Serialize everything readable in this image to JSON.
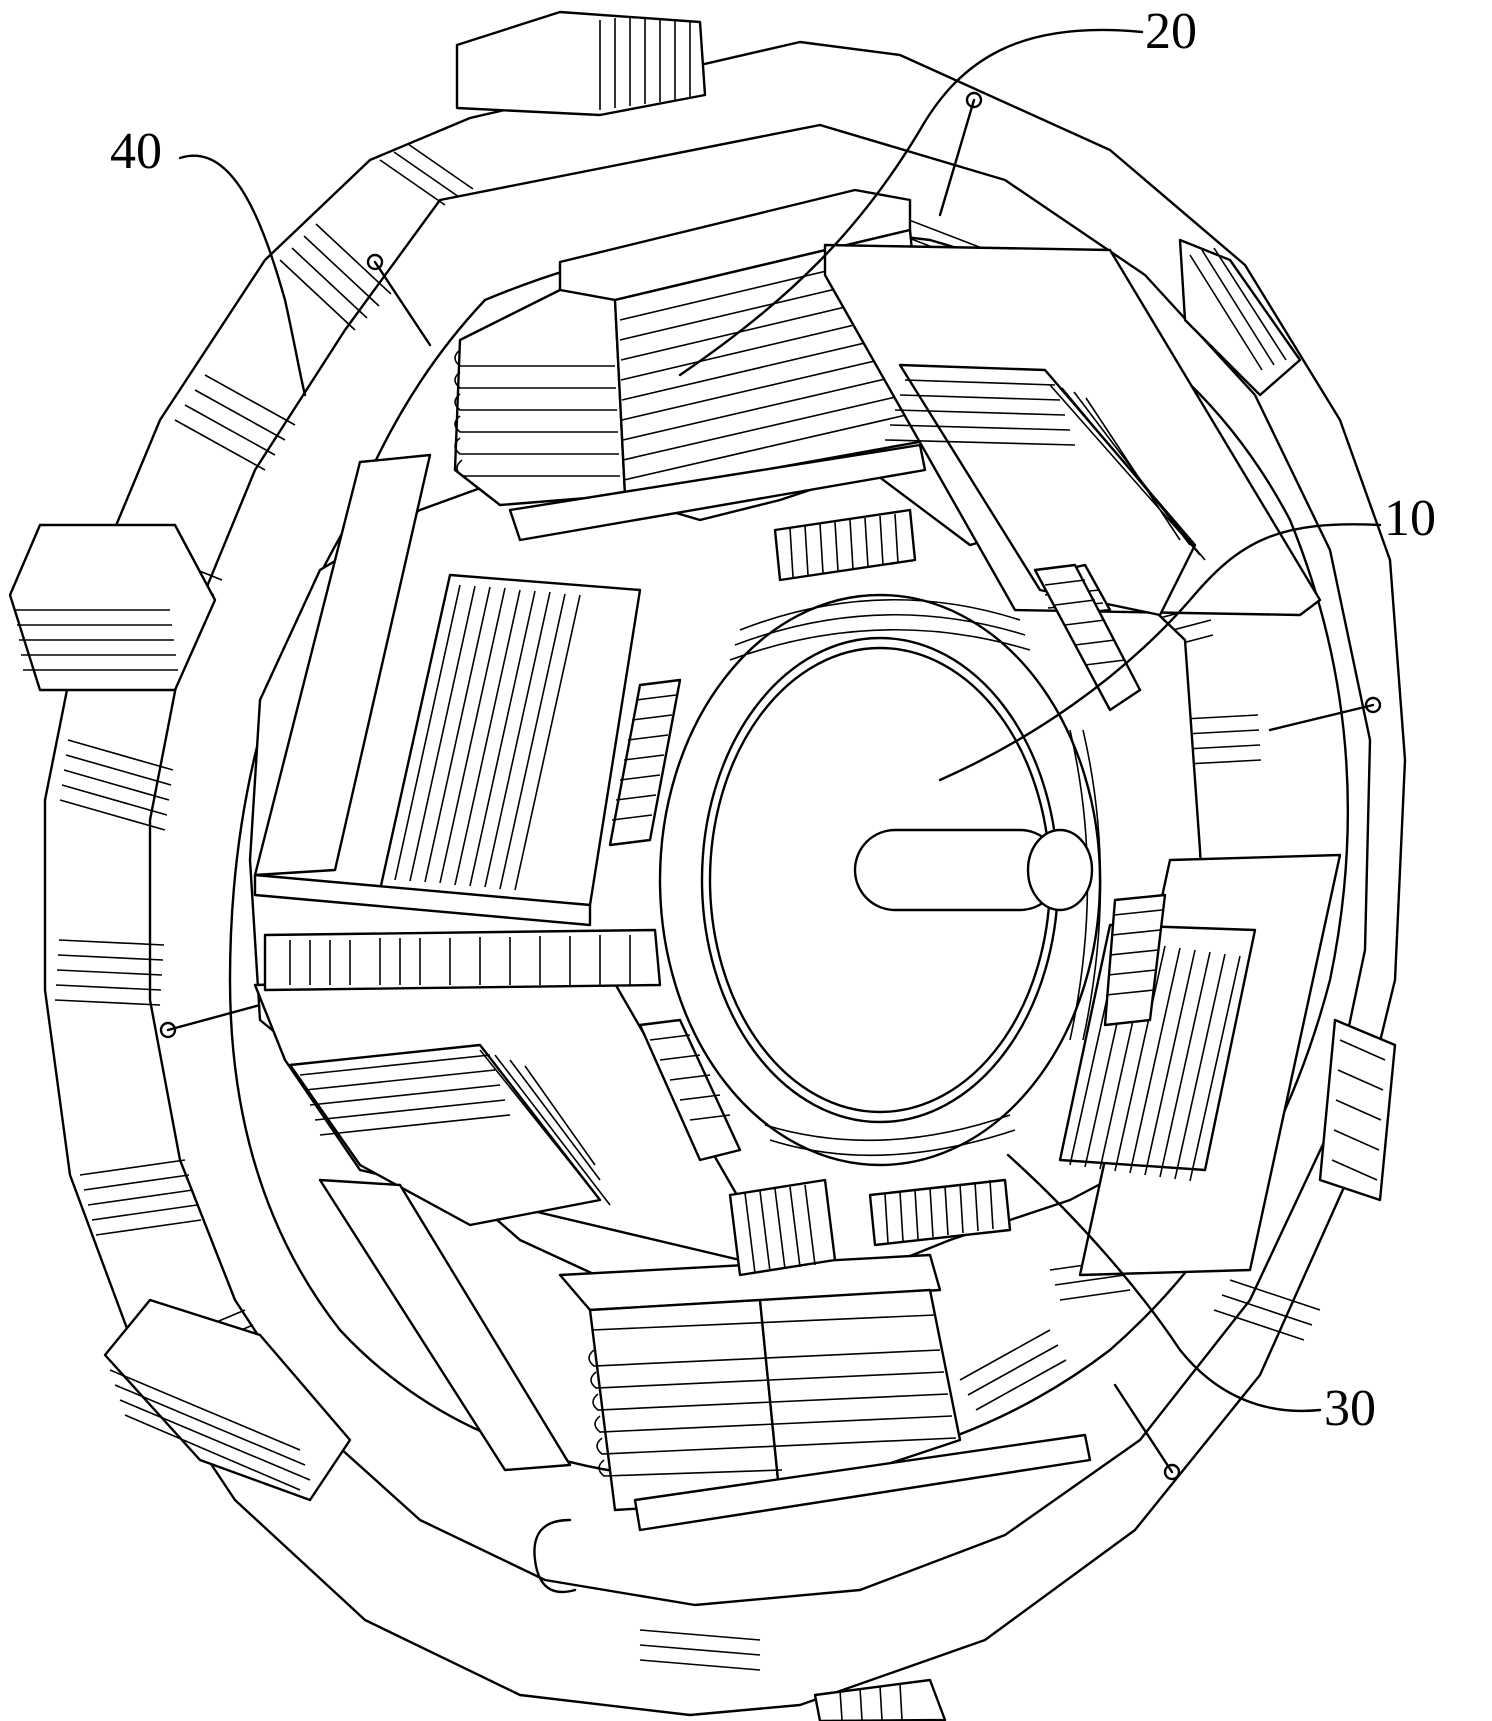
{
  "labels": {
    "shaft": "10",
    "stator_coil": "20",
    "inner_core": "30",
    "outer_yoke": "40"
  }
}
